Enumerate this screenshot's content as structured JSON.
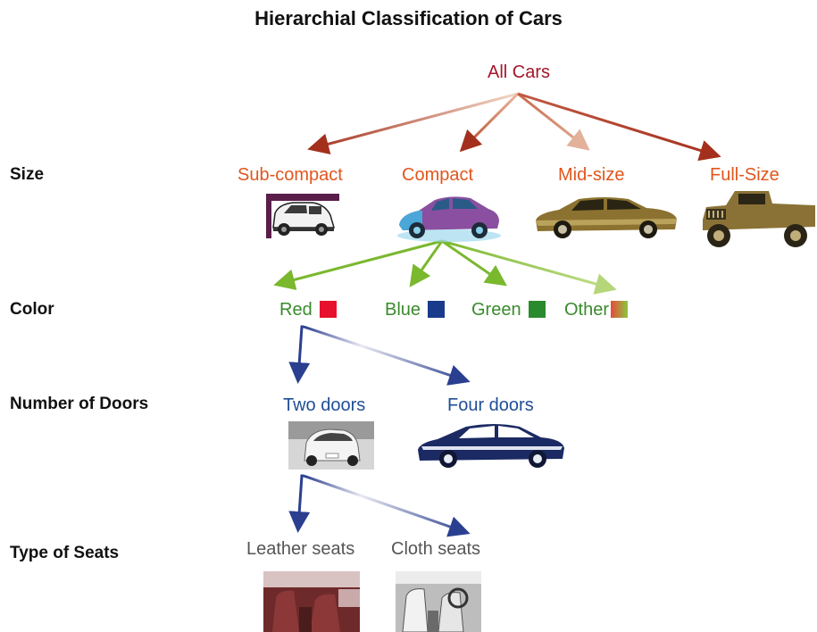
{
  "title": "Hierarchial Classification of Cars",
  "levels": {
    "size": "Size",
    "color": "Color",
    "doors": "Number of Doors",
    "seats": "Type of Seats"
  },
  "root": "All Cars",
  "sizes": [
    "Sub-compact",
    "Compact",
    "Mid-size",
    "Full-Size"
  ],
  "colors": [
    {
      "label": "Red",
      "swatch": "#e8112d"
    },
    {
      "label": "Blue",
      "swatch": "#1a3a8c"
    },
    {
      "label": "Green",
      "swatch": "#2a8a2e"
    },
    {
      "label": "Other",
      "swatch_from": "#e84a3a",
      "swatch_to": "#8cc63f"
    }
  ],
  "doors": [
    "Two doors",
    "Four doors"
  ],
  "seats": [
    "Leather seats",
    "Cloth seats"
  ],
  "palette": {
    "root": "#a3162a",
    "size": "#e0561d",
    "color": "#3a8a2c",
    "doors": "#1f4e96",
    "seats": "#555555",
    "arrow_red": "#a3301d",
    "arrow_green": "#7ab82e",
    "arrow_blue": "#2a3f8f"
  }
}
